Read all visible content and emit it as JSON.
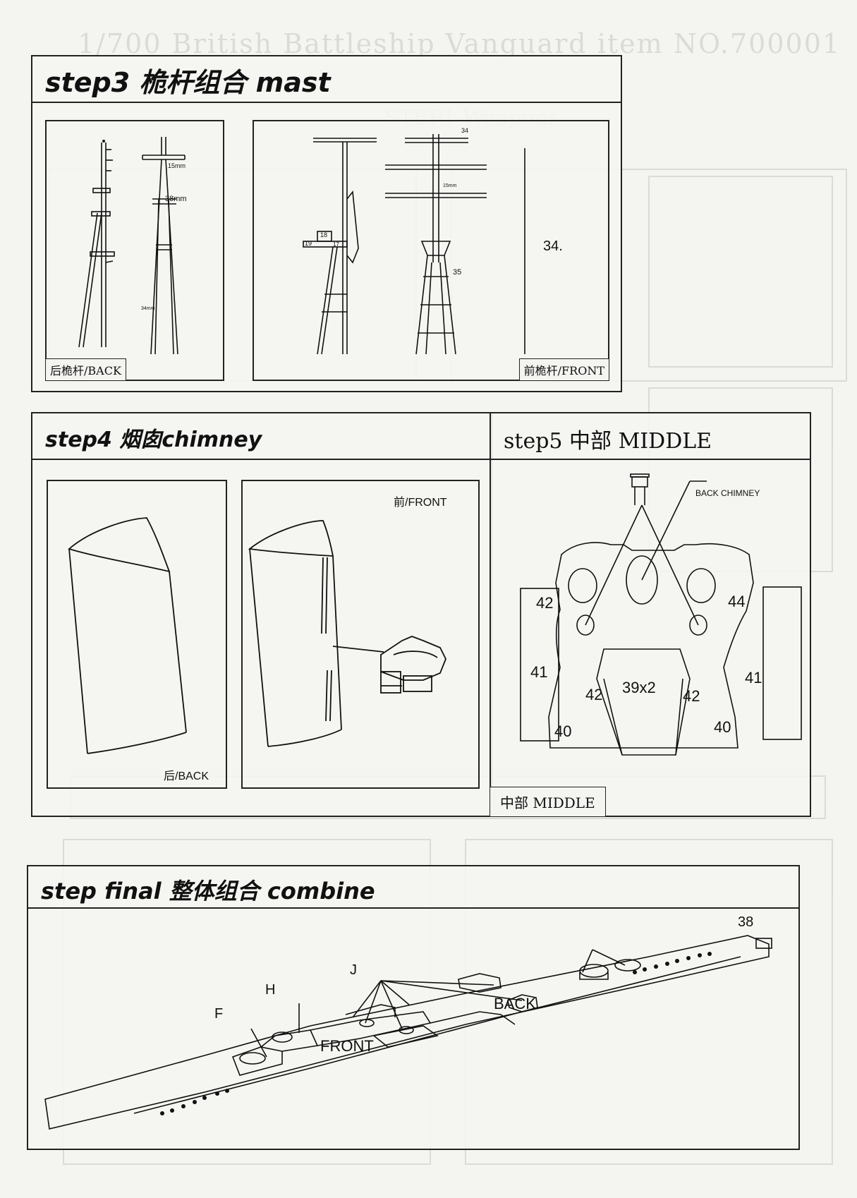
{
  "step3": {
    "title": "step3 桅杆组合 mast",
    "back_tag": "后桅杆/BACK",
    "front_tag": "前桅杆/FRONT",
    "labels": [
      "15mm",
      "38mm",
      "34mm",
      "34",
      "15mm",
      "18",
      "19",
      "17",
      "34.",
      "35"
    ]
  },
  "step4": {
    "title": "step4 烟囱chimney",
    "front_label": "前/FRONT",
    "back_label": "后/BACK"
  },
  "step5": {
    "title": "step5 中部 MIDDLE",
    "back_chimney": "BACK CHIMNEY",
    "part_numbers": [
      "42",
      "44",
      "41",
      "41",
      "42",
      "39x2",
      "42",
      "40",
      "40"
    ],
    "middle_tag": "中部 MIDDLE"
  },
  "final": {
    "title": "step final 整体组合 combine",
    "labels": [
      "38",
      "J",
      "H",
      "F",
      "BACK",
      "FRONT"
    ]
  }
}
